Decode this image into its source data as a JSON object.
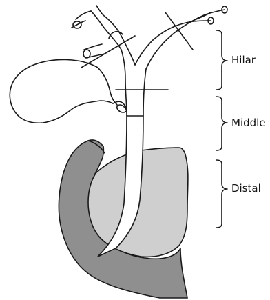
{
  "labels": {
    "hilar": "Hilar",
    "middle": "Middle",
    "distal": "Distal"
  },
  "colors": {
    "background": "#ffffff",
    "outline": "#1a1a1a",
    "duodenum": "#8f8f8f",
    "pancreas": "#cfcfcf",
    "bile_duct_fill": "#ffffff"
  }
}
